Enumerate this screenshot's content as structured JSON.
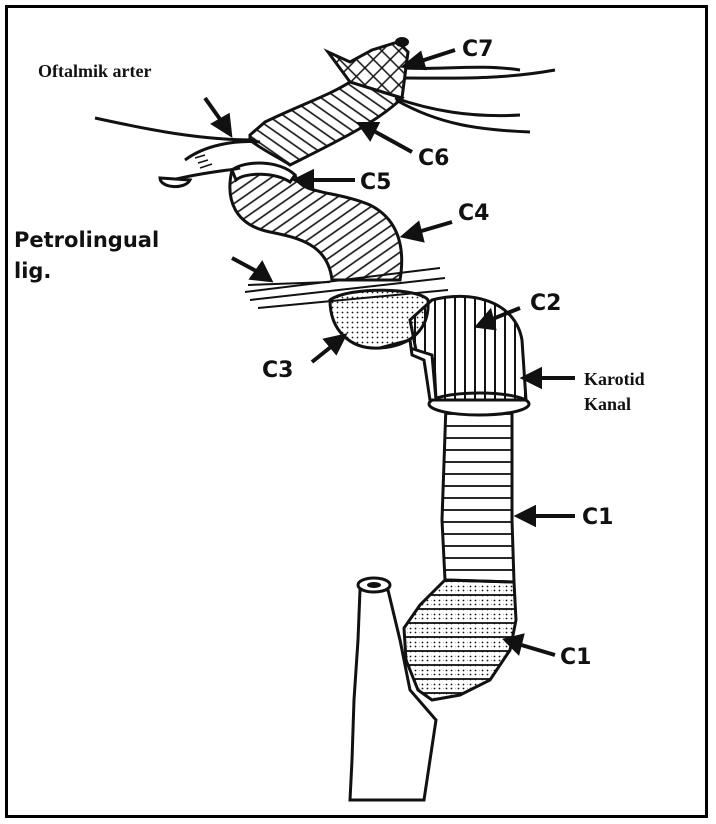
{
  "labels": {
    "oftalmik": "Oftalmik arter",
    "petrolingual_line1": "Petrolingual",
    "petrolingual_line2": "lig.",
    "c7": "C7",
    "c6": "C6",
    "c5": "C5",
    "c4": "C4",
    "c3": "C3",
    "c2": "C2",
    "karotid_line1": "Karotid",
    "karotid_line2": "Kanal",
    "c1_upper": "C1",
    "c1_lower": "C1"
  },
  "colors": {
    "ink": "#111111",
    "background": "#ffffff"
  }
}
